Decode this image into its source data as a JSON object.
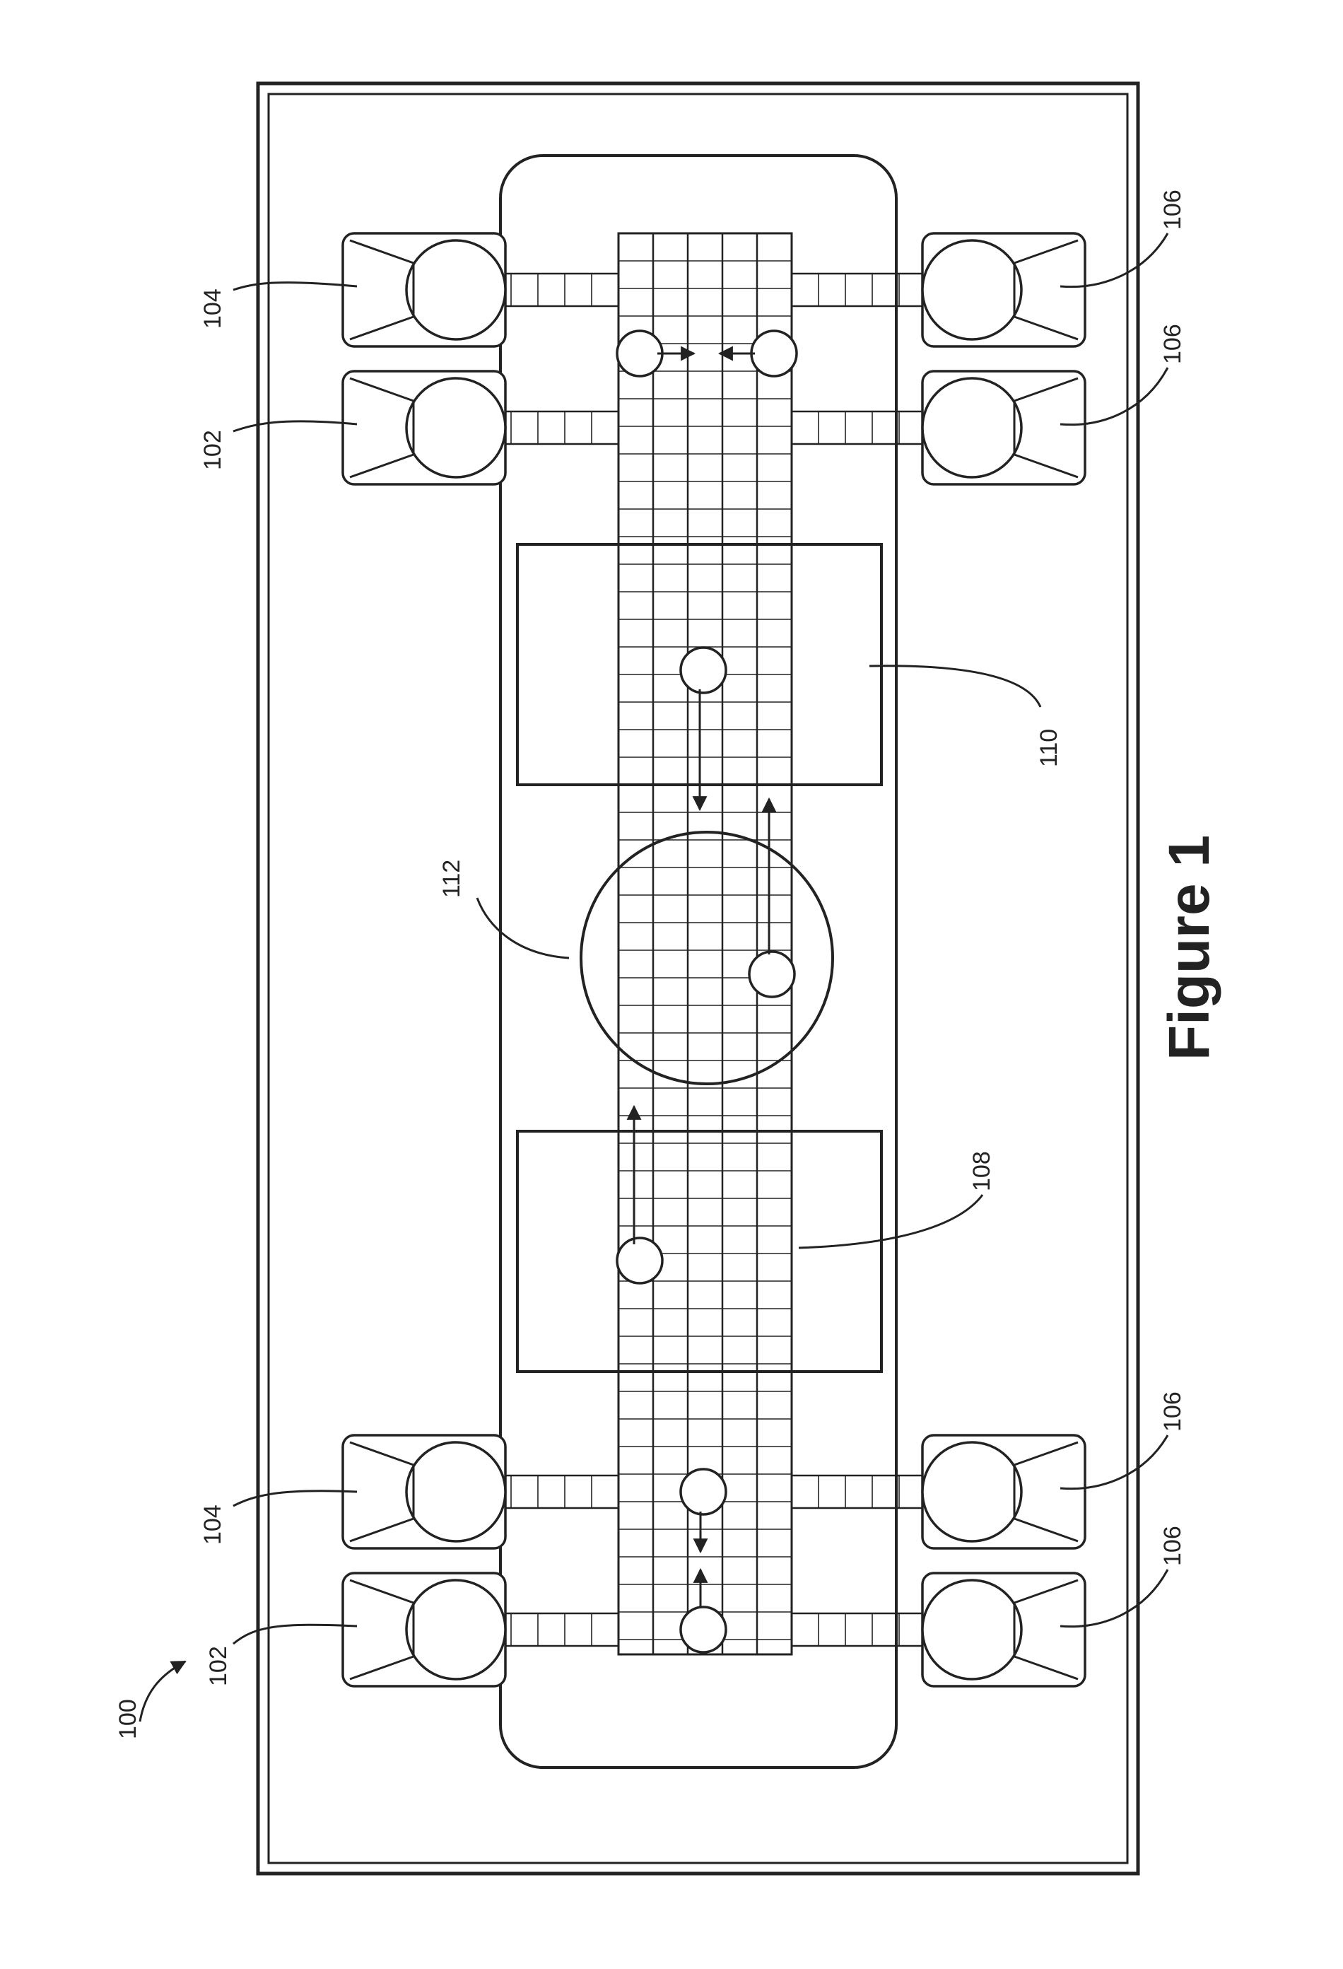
{
  "figure": {
    "caption": "Figure 1",
    "colors": {
      "line": "#222222",
      "background": "#ffffff"
    }
  },
  "labels": {
    "device": "100",
    "reservoir_a": "102",
    "reservoir_b": "104",
    "reservoir_c": "106",
    "region_1": "108",
    "region_2": "110",
    "region_3": "112"
  }
}
